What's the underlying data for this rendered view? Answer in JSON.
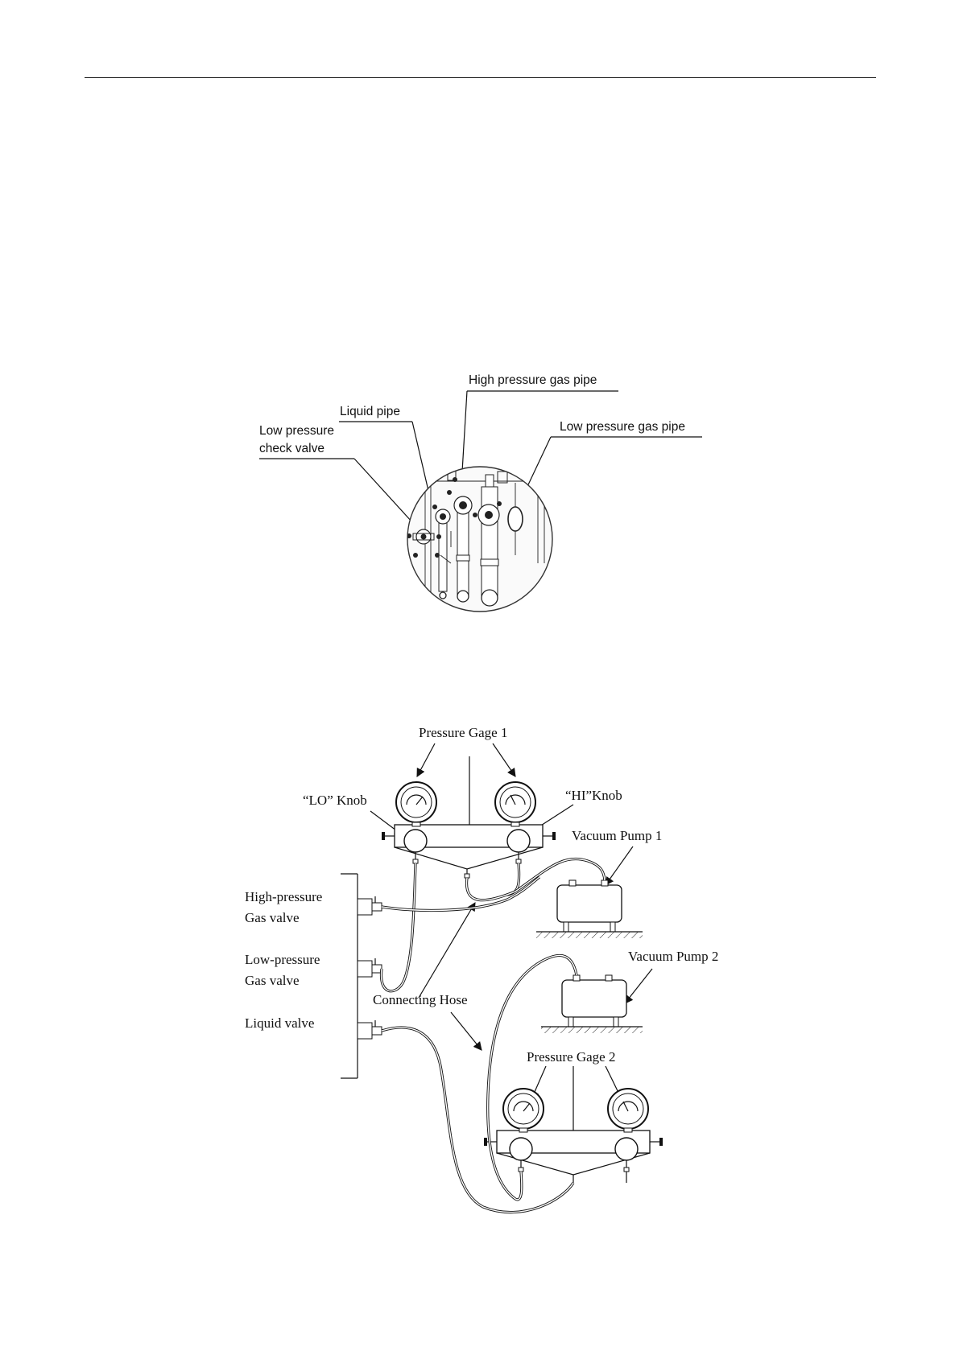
{
  "figure1": {
    "labels": {
      "high_pressure_gas_pipe": "High pressure gas pipe",
      "liquid_pipe": "Liquid pipe",
      "low_pressure_check_valve_line1": "Low pressure",
      "low_pressure_check_valve_line2": "check valve",
      "low_pressure_gas_pipe": "Low pressure gas pipe"
    }
  },
  "figure2": {
    "labels": {
      "pressure_gage_1": "Pressure Gage 1",
      "lo_knob": "“LO” Knob",
      "hi_knob": "“HI”Knob",
      "vacuum_pump_1": "Vacuum Pump 1",
      "high_pressure_gas_valve_line1": "High-pressure",
      "high_pressure_gas_valve_line2": "Gas valve",
      "low_pressure_gas_valve_line1": "Low-pressure",
      "low_pressure_gas_valve_line2": "Gas valve",
      "liquid_valve": "Liquid valve",
      "connecting_hose": "Connecting Hose",
      "vacuum_pump_2": "Vacuum Pump 2",
      "pressure_gage_2": "Pressure Gage 2"
    }
  },
  "colors": {
    "ink": "#111111",
    "background": "#ffffff"
  }
}
